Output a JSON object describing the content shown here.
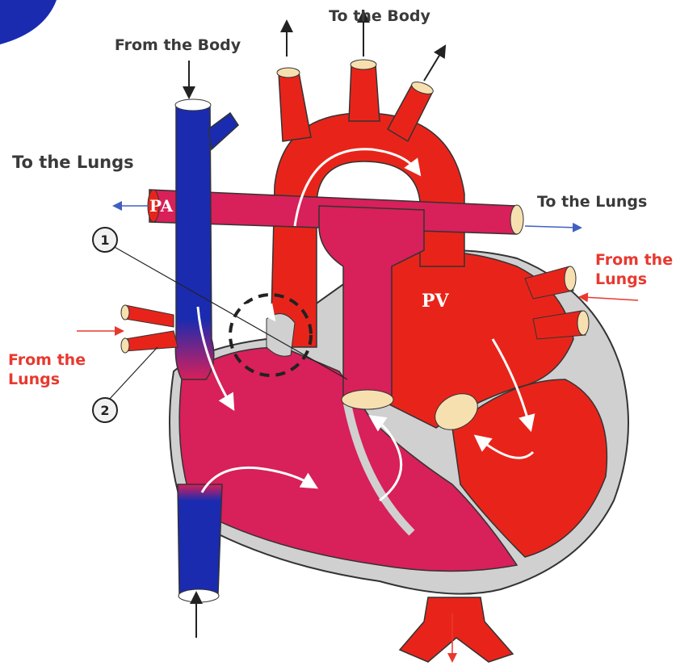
{
  "labels": {
    "to_body": "To the Body",
    "from_body": "From the Body",
    "to_lungs_left": "To the Lungs",
    "to_lungs_right": "To the Lungs",
    "from_lungs_right_line1": "From the",
    "from_lungs_right_line2": "Lungs",
    "from_lungs_left_line1": "From the",
    "from_lungs_left_line2": "Lungs",
    "pa": "PA",
    "pv": "PV",
    "marker_1": "1",
    "marker_2": "2"
  },
  "colors": {
    "oxygenated": "#e8241a",
    "deoxygenated": "#1a2bb0",
    "mixed": "#d8205a",
    "wall": "#d0d0d0",
    "label_red": "#e8392f",
    "label_dark": "#3a3a3a"
  }
}
